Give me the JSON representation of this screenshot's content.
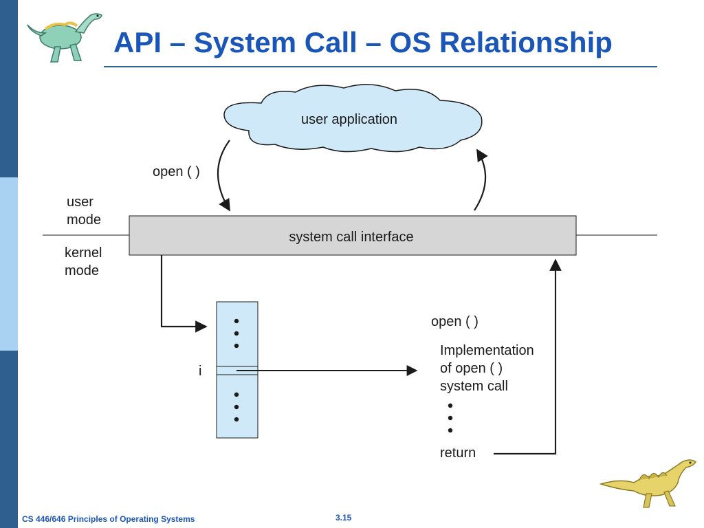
{
  "slide": {
    "title": "API – System Call – OS Relationship",
    "footer": "CS 446/646 Principles of Operating Systems",
    "page_number": "3.15"
  },
  "diagram": {
    "cloud_label": "user application",
    "call_label": "open ( )",
    "user_mode_label_1": "user",
    "user_mode_label_2": "mode",
    "kernel_mode_label_1": "kernel",
    "kernel_mode_label_2": "mode",
    "interface_label": "system call interface",
    "index_label": "i",
    "impl_title": "open ( )",
    "impl_line_1": "Implementation",
    "impl_line_2": "of open ( )",
    "impl_line_3": "system call",
    "return_label": "return"
  },
  "colors": {
    "accent_blue": "#1a56b8",
    "sidebar_dark": "#2f5f8f",
    "sidebar_light": "#a9d2f2",
    "cloud_fill": "#cfe9f8",
    "interface_fill": "#d6d6d6",
    "table_fill": "#cfe9f8"
  },
  "icons": [
    "dinosaur-logo-icon",
    "dinosaur-mascot-icon"
  ]
}
